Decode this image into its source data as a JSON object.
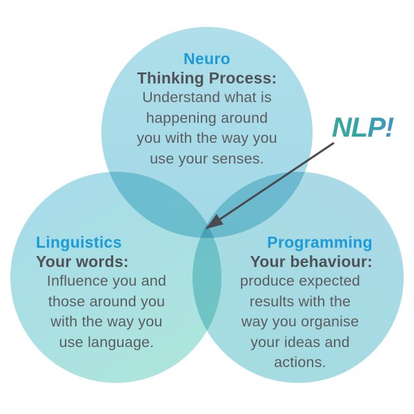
{
  "label": "NLP!",
  "neuro": {
    "title": "Neuro",
    "subtitle": "Thinking Process:",
    "body": "Understand what is\nhappening around\nyou with the way you\nuse your senses."
  },
  "linguistics": {
    "title": "Linguistics",
    "subtitle": "Your words:",
    "body": "Influence you and\nthose around you\nwith the way you\nuse language."
  },
  "programming": {
    "title": "Programming",
    "subtitle": "Your behaviour:",
    "body": "produce expected\nresults with the\nway you organise\nyour ideas and\nactions."
  },
  "colors": {
    "header-blue": "#1b9cd8",
    "subtitle-gray": "#515257",
    "body-gray": "#5b5c60",
    "arrow-gray": "#4a4b52",
    "nlp-teal": "#34a89c",
    "nlp-blue": "#3f93c8",
    "circle-top-a": "#aedfea",
    "circle-top-b": "#a2d8e6",
    "circle-left-a": "#a6daeb",
    "circle-left-b": "#aee6db",
    "circle-right-a": "#abdae8",
    "circle-right-b": "#a2dcdf"
  }
}
